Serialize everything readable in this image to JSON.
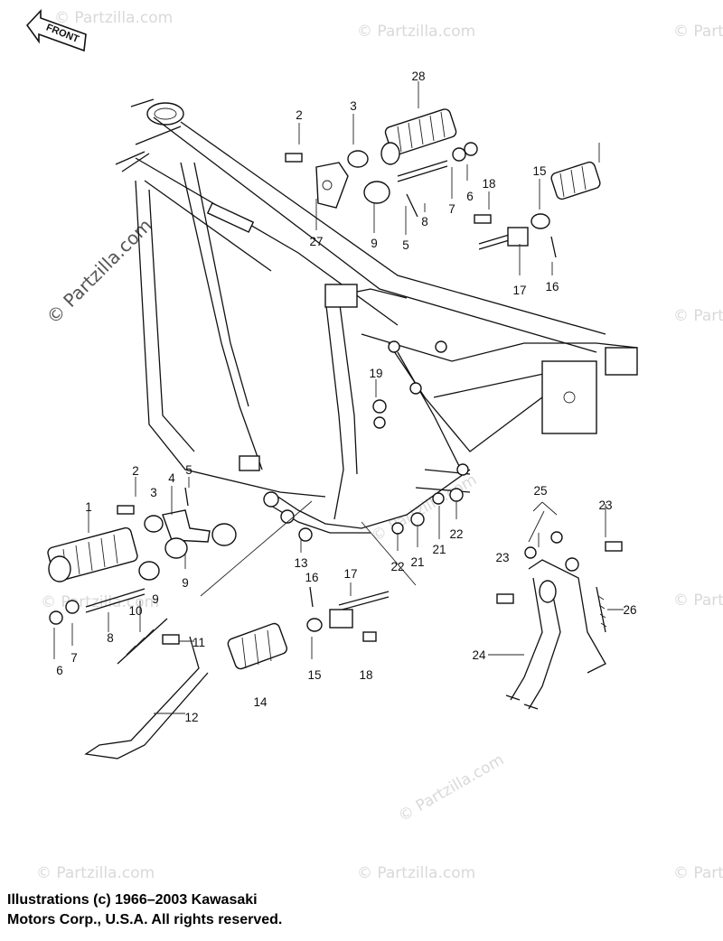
{
  "front_label": "FRONT",
  "watermark": {
    "text": "© Partzilla.com"
  },
  "callouts": [
    "1",
    "2",
    "3",
    "4",
    "5",
    "6",
    "7",
    "8",
    "9",
    "10",
    "11",
    "12",
    "13",
    "14",
    "15",
    "16",
    "17",
    "18",
    "19",
    "21",
    "22",
    "23",
    "24",
    "25",
    "26",
    "27",
    "28"
  ],
  "copyright": {
    "line1": "Illustrations (c) 1966–2003 Kawasaki",
    "line2": "Motors Corp., U.S.A.  All rights reserved."
  }
}
